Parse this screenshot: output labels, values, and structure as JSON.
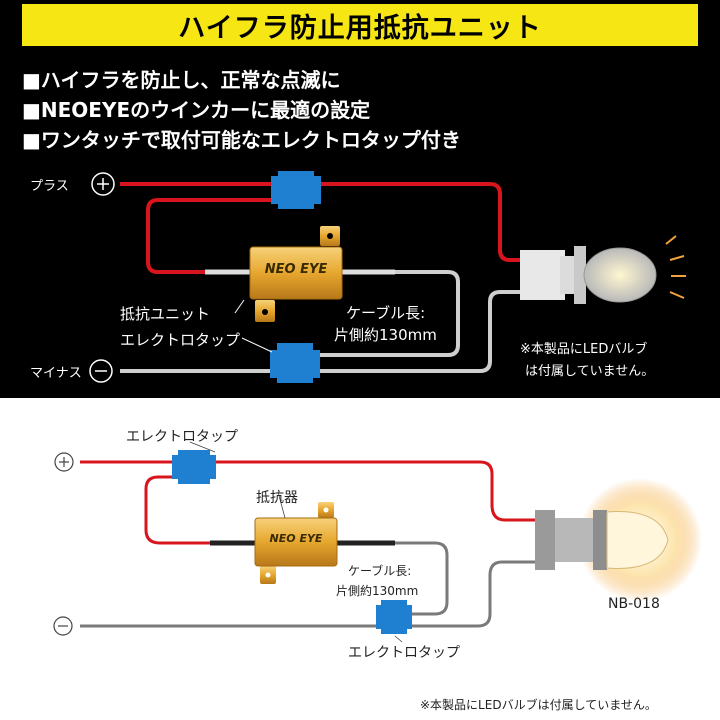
{
  "title": "ハイフラ防止用抵抗ユニット",
  "features": [
    "■ハイフラを防止し、正常な点滅に",
    "■NEOEYEのウインカーに最適の設定",
    "■ワンタッチで取付可能なエレクトロタップ付き"
  ],
  "top_diagram": {
    "plus_label": "プラス",
    "minus_label": "マイナス",
    "resistor_label": "抵抗ユニット",
    "tap_label": "エレクトロタップ",
    "cable_label_1": "ケーブル長:",
    "cable_label_2": "片側約130mm",
    "resistor_brand": "NEO EYE",
    "note_1": "※本製品にLEDバルブ",
    "note_2": "は付属していません。"
  },
  "bottom_diagram": {
    "tap_label_top": "エレクトロタップ",
    "resistor_label": "抵抗器",
    "resistor_brand": "NEO EYE",
    "cable_label_1": "ケーブル長:",
    "cable_label_2": "片側約130mm",
    "tap_label_bottom": "エレクトロタップ",
    "bulb_model": "NB-018",
    "note": "※本製品にLEDバルブは付属していません。"
  },
  "colors": {
    "banner": "#f6e614",
    "wire_red": "#d8141c",
    "wire_grey": "#a0a0a0",
    "tap_blue": "#1f7fd0",
    "resistor_gold": "#e6a72e"
  }
}
